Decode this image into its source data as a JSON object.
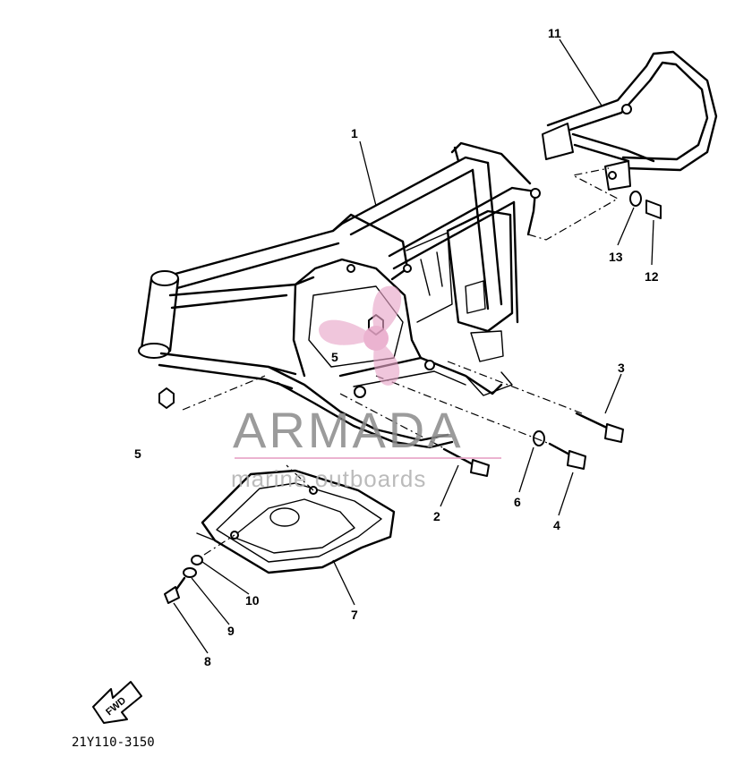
{
  "diagram": {
    "part_numbers": [
      "1",
      "2",
      "3",
      "4",
      "5",
      "5",
      "6",
      "7",
      "8",
      "9",
      "10",
      "11",
      "12",
      "13"
    ],
    "drawing_code": "21Y110-3150",
    "direction_label": "FWD"
  },
  "watermark": {
    "title": "ARMADA",
    "subtitle": "marine outboards",
    "logo_color": "#e8a6c8"
  }
}
